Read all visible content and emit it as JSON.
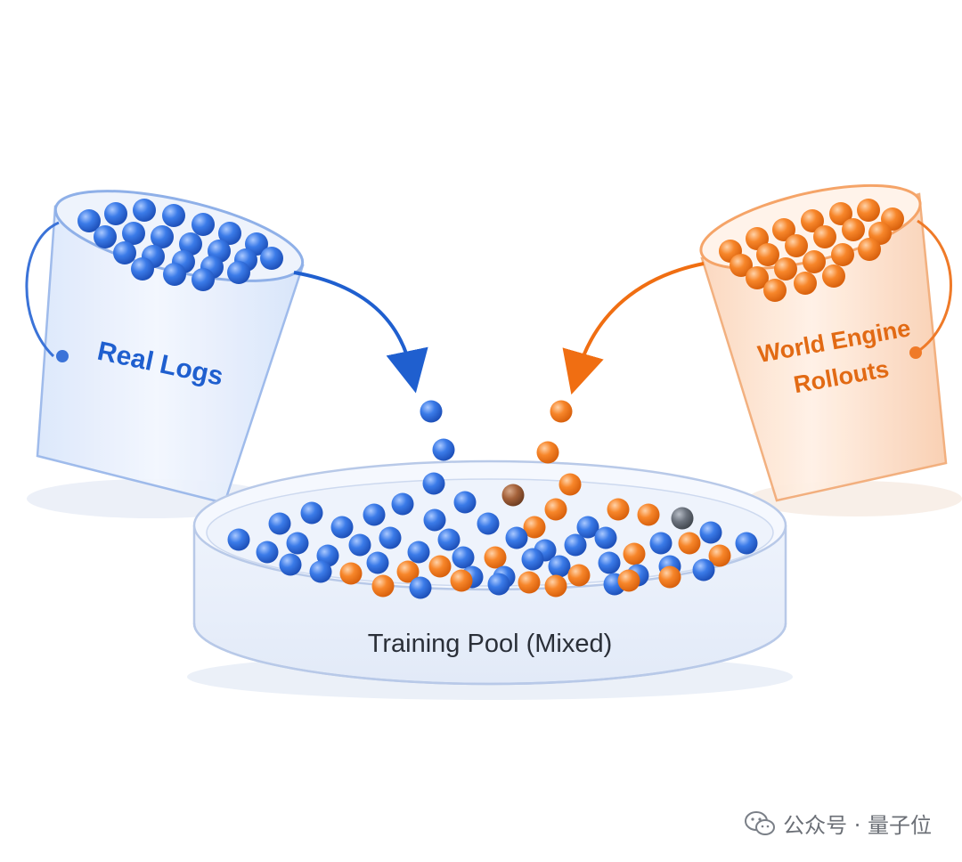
{
  "labels": {
    "left_bucket": "Real Logs",
    "right_bucket_line1": "World Engine",
    "right_bucket_line2": "Rollouts",
    "pool": "Training Pool (Mixed)"
  },
  "watermark": {
    "text": "公众号 · 量子位",
    "icon": "wechat-icon"
  },
  "colors": {
    "blue": "#2f6fe0",
    "orange": "#f47a1f",
    "blue_text": "#1f5fcf",
    "orange_text": "#e26a14",
    "pool_text": "#2a2f38"
  }
}
